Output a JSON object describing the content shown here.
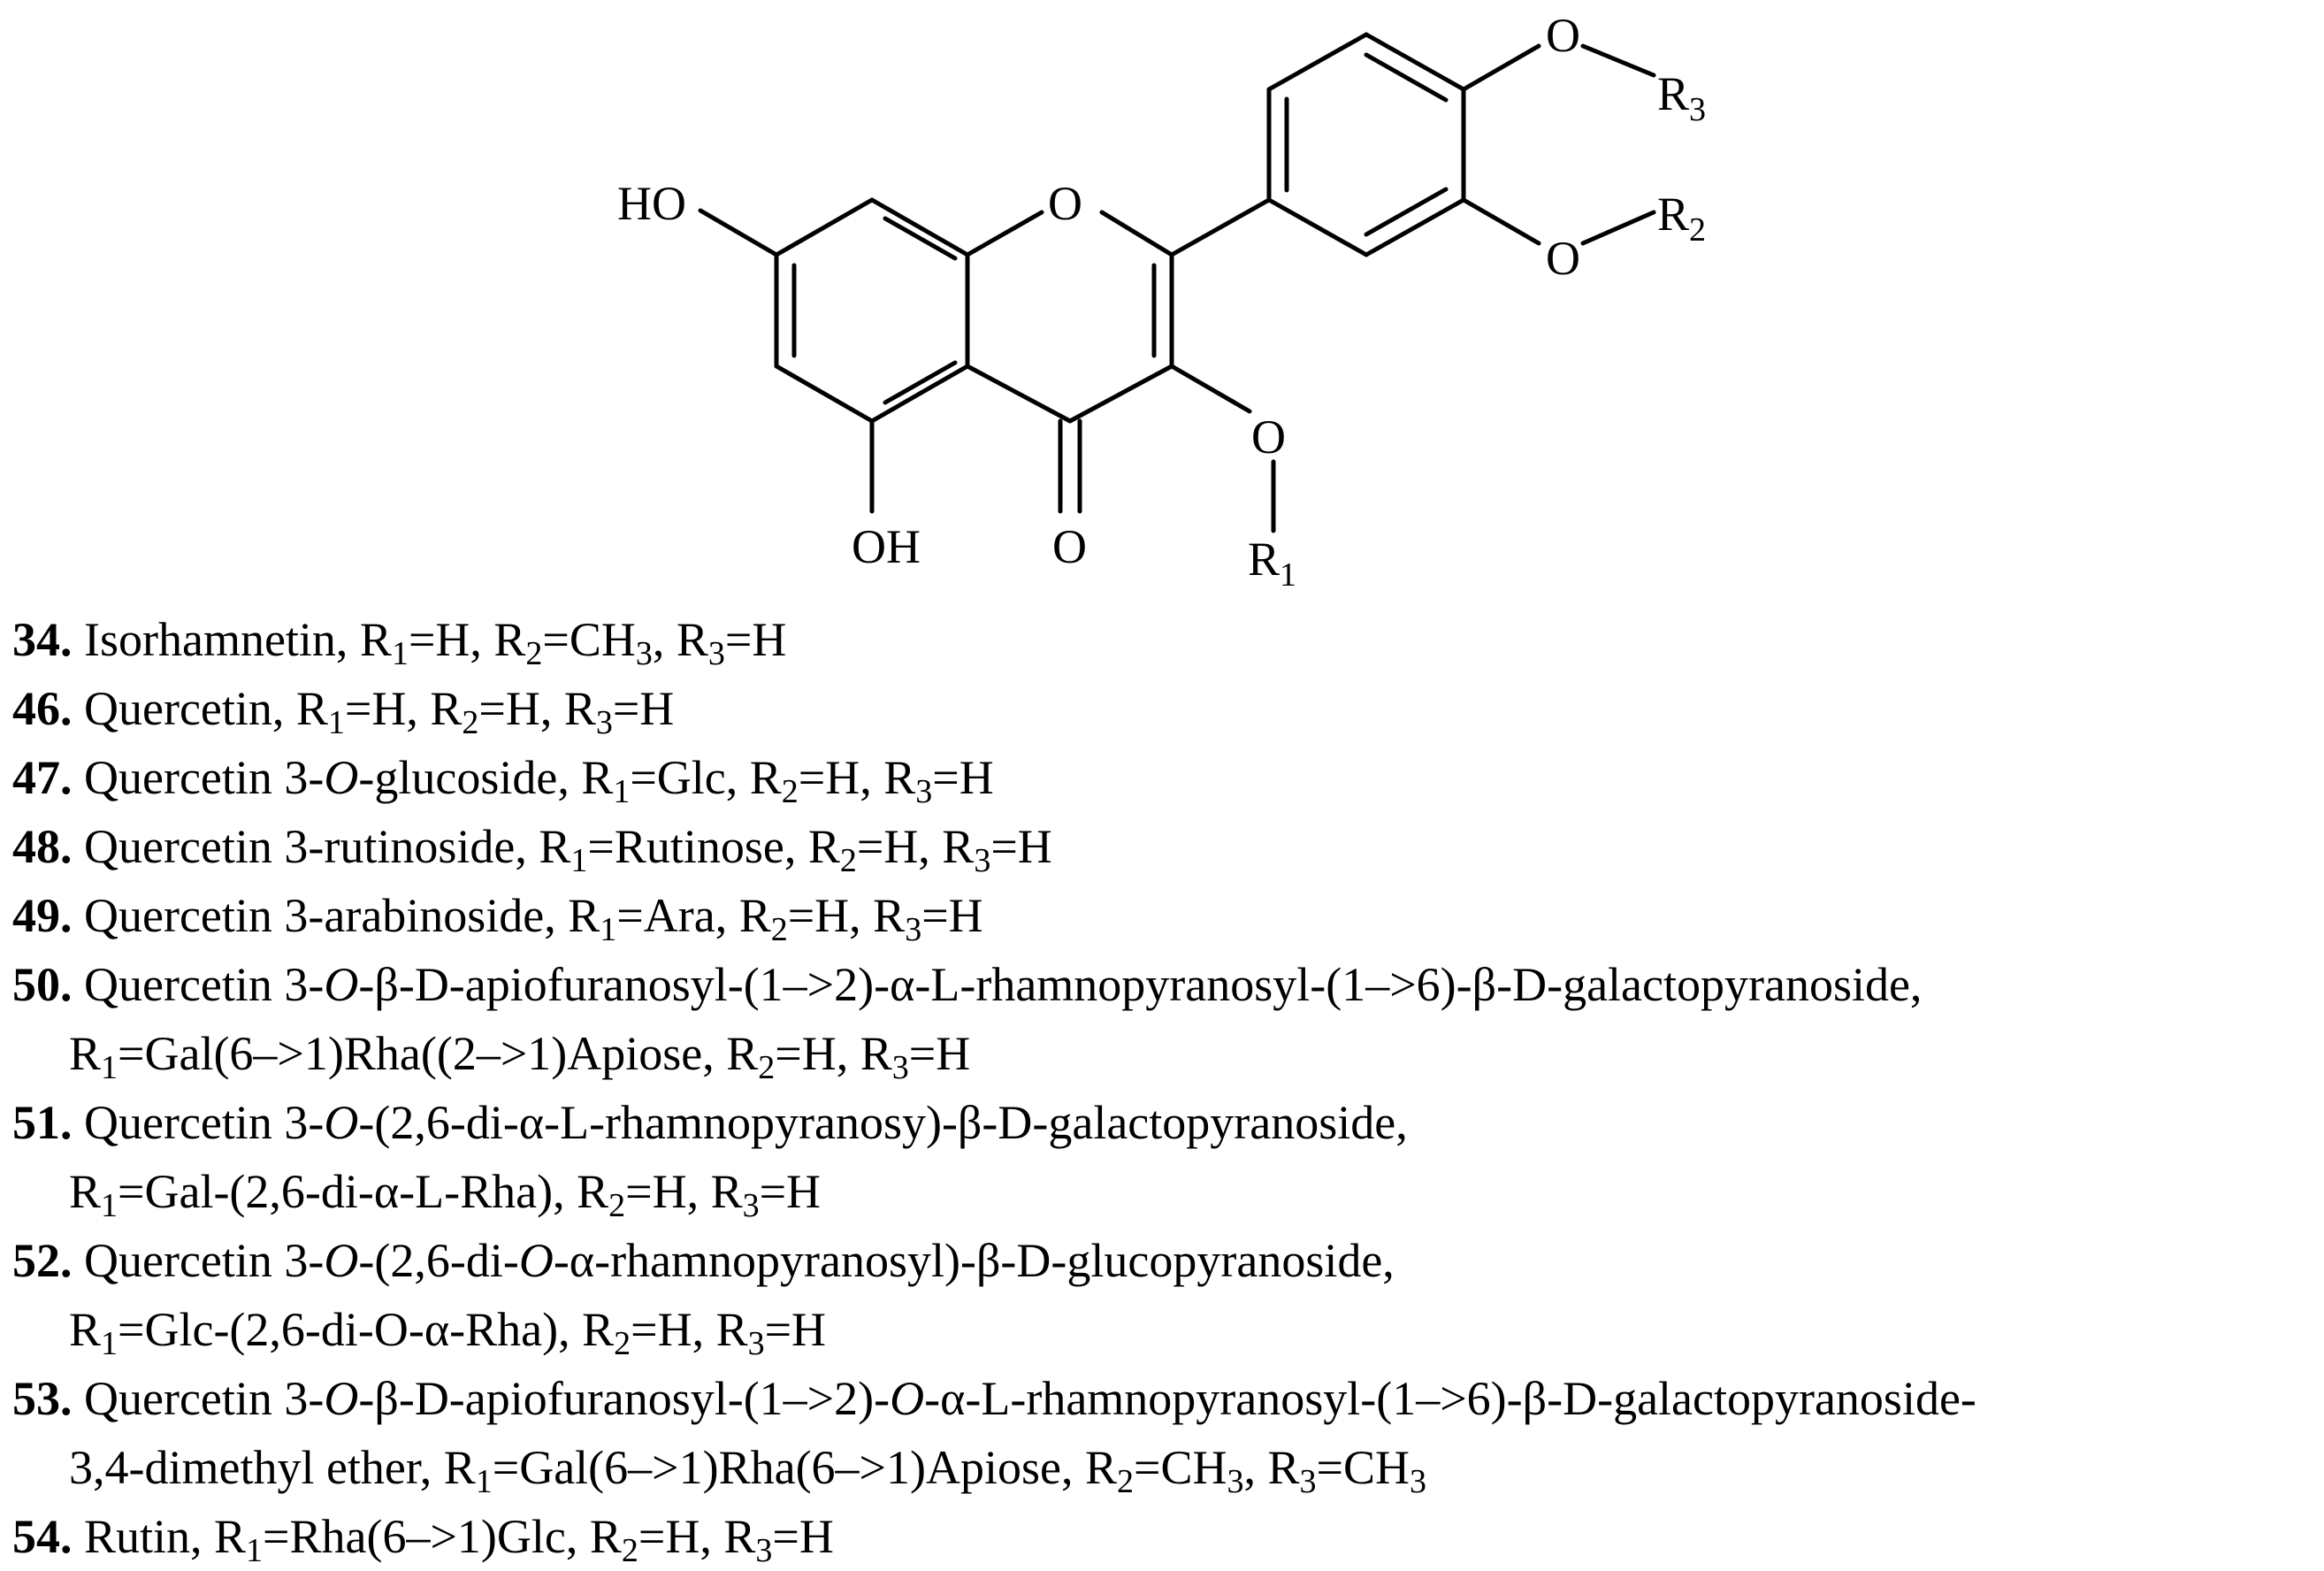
{
  "structure": {
    "labels": {
      "ho": "HO",
      "ring_o": "O",
      "oh": "OH",
      "carbonyl_o": "O",
      "o_r1": "O",
      "r1": {
        "base": "R",
        "sub": "1"
      },
      "o_r2": "O",
      "r2": {
        "base": "R",
        "sub": "2"
      },
      "o_r3": "O",
      "r3": {
        "base": "R",
        "sub": "3"
      }
    }
  },
  "compounds": [
    {
      "number": "34.",
      "lines": [
        [
          [
            "t",
            "Isorhamnetin, R"
          ],
          [
            "s",
            "1"
          ],
          [
            "t",
            "=H, R"
          ],
          [
            "s",
            "2"
          ],
          [
            "t",
            "=CH"
          ],
          [
            "s",
            "3"
          ],
          [
            "t",
            ", R"
          ],
          [
            "s",
            "3"
          ],
          [
            "t",
            "=H"
          ]
        ]
      ]
    },
    {
      "number": "46.",
      "lines": [
        [
          [
            "t",
            "Quercetin, R"
          ],
          [
            "s",
            "1"
          ],
          [
            "t",
            "=H, R"
          ],
          [
            "s",
            "2"
          ],
          [
            "t",
            "=H, R"
          ],
          [
            "s",
            "3"
          ],
          [
            "t",
            "=H"
          ]
        ]
      ]
    },
    {
      "number": "47.",
      "lines": [
        [
          [
            "t",
            "Quercetin 3-"
          ],
          [
            "i",
            "O"
          ],
          [
            "t",
            "-glucoside, R"
          ],
          [
            "s",
            "1"
          ],
          [
            "t",
            "=Glc, R"
          ],
          [
            "s",
            "2"
          ],
          [
            "t",
            "=H, R"
          ],
          [
            "s",
            "3"
          ],
          [
            "t",
            "=H"
          ]
        ]
      ]
    },
    {
      "number": "48.",
      "lines": [
        [
          [
            "t",
            "Quercetin 3-rutinoside, R"
          ],
          [
            "s",
            "1"
          ],
          [
            "t",
            "=Rutinose, R"
          ],
          [
            "s",
            "2"
          ],
          [
            "t",
            "=H, R"
          ],
          [
            "s",
            "3"
          ],
          [
            "t",
            "=H"
          ]
        ]
      ]
    },
    {
      "number": "49.",
      "lines": [
        [
          [
            "t",
            "Quercetin 3-arabinoside, R"
          ],
          [
            "s",
            "1"
          ],
          [
            "t",
            "=Ara, R"
          ],
          [
            "s",
            "2"
          ],
          [
            "t",
            "=H, R"
          ],
          [
            "s",
            "3"
          ],
          [
            "t",
            "=H"
          ]
        ]
      ]
    },
    {
      "number": "50.",
      "lines": [
        [
          [
            "t",
            "Quercetin 3-"
          ],
          [
            "i",
            "O"
          ],
          [
            "t",
            "-β-D-apiofuranosyl-(1–>2)-α-L-rhamnopyranosyl-(1–>6)-β-D-galactopyranoside,"
          ]
        ],
        [
          [
            "t",
            "R"
          ],
          [
            "s",
            "1"
          ],
          [
            "t",
            "=Gal(6–>1)Rha((2–>1)Apiose, R"
          ],
          [
            "s",
            "2"
          ],
          [
            "t",
            "=H, R"
          ],
          [
            "s",
            "3"
          ],
          [
            "t",
            "=H"
          ]
        ]
      ]
    },
    {
      "number": "51.",
      "lines": [
        [
          [
            "t",
            "Quercetin 3-"
          ],
          [
            "i",
            "O"
          ],
          [
            "t",
            "-(2,6-di-α-L-rhamnopyranosy)-β-D-galactopyranoside,"
          ]
        ],
        [
          [
            "t",
            "R"
          ],
          [
            "s",
            "1"
          ],
          [
            "t",
            "=Gal-(2,6-di-α-L-Rha), R"
          ],
          [
            "s",
            "2"
          ],
          [
            "t",
            "=H, R"
          ],
          [
            "s",
            "3"
          ],
          [
            "t",
            "=H"
          ]
        ]
      ]
    },
    {
      "number": "52.",
      "lines": [
        [
          [
            "t",
            "Quercetin 3-"
          ],
          [
            "i",
            "O"
          ],
          [
            "t",
            "-(2,6-di-"
          ],
          [
            "i",
            "O"
          ],
          [
            "t",
            "-α-rhamnopyranosyl)-β-D-glucopyranoside,"
          ]
        ],
        [
          [
            "t",
            "R"
          ],
          [
            "s",
            "1"
          ],
          [
            "t",
            "=Glc-(2,6-di-O-α-Rha), R"
          ],
          [
            "s",
            "2"
          ],
          [
            "t",
            "=H, R"
          ],
          [
            "s",
            "3"
          ],
          [
            "t",
            "=H"
          ]
        ]
      ]
    },
    {
      "number": "53.",
      "lines": [
        [
          [
            "t",
            "Quercetin 3-"
          ],
          [
            "i",
            "O"
          ],
          [
            "t",
            "-β-D-apiofuranosyl-(1–>2)-"
          ],
          [
            "i",
            "O"
          ],
          [
            "t",
            "-α-L-rhamnopyranosyl-(1–>6)-β-D-galactopyranoside-"
          ]
        ],
        [
          [
            "t",
            "3,4-dimethyl ether, R"
          ],
          [
            "s",
            "1"
          ],
          [
            "t",
            "=Gal(6–>1)Rha(6–>1)Apiose, R"
          ],
          [
            "s",
            "2"
          ],
          [
            "t",
            "=CH"
          ],
          [
            "s",
            "3"
          ],
          [
            "t",
            ", R"
          ],
          [
            "s",
            "3"
          ],
          [
            "t",
            "=CH"
          ],
          [
            "s",
            "3"
          ]
        ]
      ]
    },
    {
      "number": "54.",
      "lines": [
        [
          [
            "t",
            "Rutin, R"
          ],
          [
            "s",
            "1"
          ],
          [
            "t",
            "=Rha(6–>1)Glc, R"
          ],
          [
            "s",
            "2"
          ],
          [
            "t",
            "=H, R"
          ],
          [
            "s",
            "3"
          ],
          [
            "t",
            "=H"
          ]
        ]
      ]
    }
  ]
}
